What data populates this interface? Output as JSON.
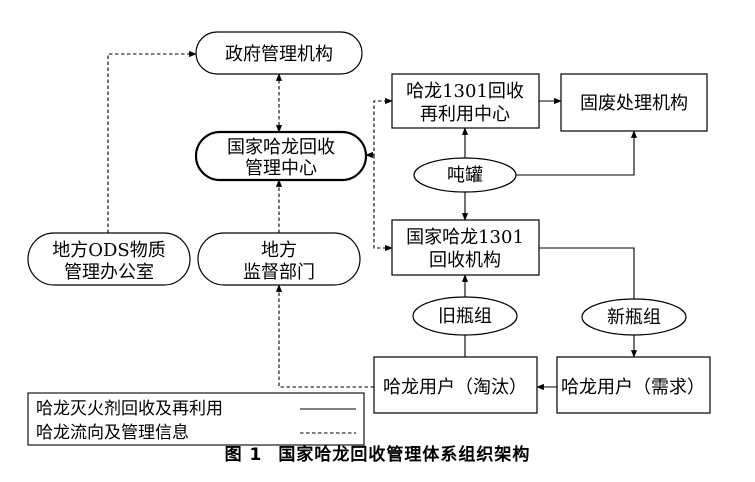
{
  "nodes": {
    "gov": {
      "lines": [
        "政府管理机构"
      ]
    },
    "center": {
      "lines": [
        "国家哈龙回收",
        "管理中心"
      ]
    },
    "local_ods": {
      "lines": [
        "地方ODS物质",
        "管理办公室"
      ]
    },
    "local_sup": {
      "lines": [
        "地方",
        "监督部门"
      ]
    },
    "reuse": {
      "lines": [
        "哈龙1301回收",
        "再利用中心"
      ]
    },
    "solid": {
      "lines": [
        "固废处理机构"
      ]
    },
    "tank": {
      "lines": [
        "吨罐"
      ]
    },
    "natrec": {
      "lines": [
        "国家哈龙1301",
        "回收机构"
      ]
    },
    "old": {
      "lines": [
        "旧瓶组"
      ]
    },
    "new": {
      "lines": [
        "新瓶组"
      ]
    },
    "user_elim": {
      "lines": [
        "哈龙用户（淘汰）"
      ]
    },
    "user_demand": {
      "lines": [
        "哈龙用户（需求）"
      ]
    }
  },
  "legend": {
    "solid_label": "哈龙灭火剂回收及再利用",
    "dashed_label": "哈龙流向及管理信息"
  },
  "caption": {
    "number": "图 1",
    "title": "国家哈龙回收管理体系组织架构"
  }
}
